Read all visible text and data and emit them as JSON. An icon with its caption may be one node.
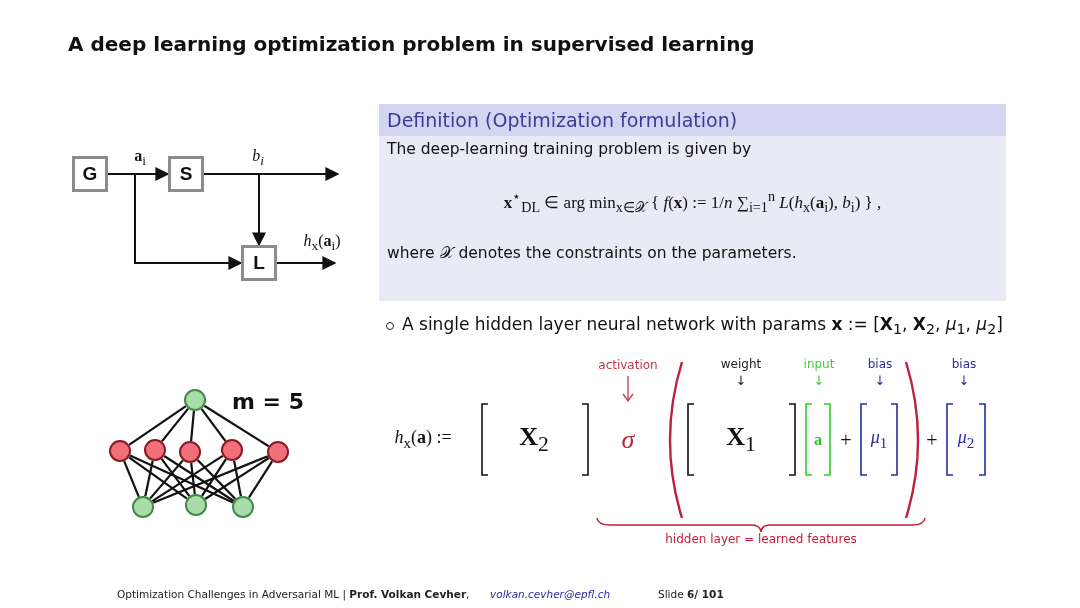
{
  "diagram": {
    "title": "A deep learning optimization problem in supervised learning",
    "nodes": [
      {
        "text": [
          "G"
        ]
      },
      {
        "text": [
          "S"
        ]
      },
      {
        "text": [
          "L"
        ]
      },
      {
        "text": [
          "Definition (Optimization formulation)",
          "The deep-learning training problem is given by",
          "**x**$^{⋆}$$_{DL}$ ∈ arg min$_{x∈𝒳}$ { *f*(**x**) := 1/*n* ∑$_{i=1}$$^{n}$ *L*(*h*$_{x}$(**a**$_{i}$), *b*$_{i}$) } ,",
          "where 𝒳 denotes the constraints on the parameters."
        ]
      },
      {
        "text": [],
        "shape": "circle"
      },
      {
        "text": [],
        "shape": "circle"
      },
      {
        "text": [],
        "shape": "circle"
      },
      {
        "text": [],
        "shape": "circle"
      },
      {
        "text": [],
        "shape": "circle"
      },
      {
        "text": [],
        "shape": "circle"
      },
      {
        "text": [],
        "shape": "circle"
      },
      {
        "text": [],
        "shape": "circle"
      },
      {
        "text": [],
        "shape": "circle"
      }
    ],
    "edges": [
      {
        "from": 0,
        "to": 1,
        "arrow": "to",
        "label": "**a**$_{i}$"
      },
      {
        "from": 1,
        "to": null,
        "arrow": "to",
        "label": "*b*$_{i}$"
      },
      {
        "from": 1,
        "to": 2,
        "arrow": "to"
      },
      {
        "from": 0,
        "to": 2,
        "arrow": "to"
      },
      {
        "from": 2,
        "to": null,
        "arrow": "to",
        "label": "*h*$_{x}$(**a**$_{i}$)"
      },
      {
        "from": 4,
        "to": 5,
        "arrow": "none"
      },
      {
        "from": 4,
        "to": 6,
        "arrow": "none"
      },
      {
        "from": 4,
        "to": 7,
        "arrow": "none"
      },
      {
        "from": 4,
        "to": 8,
        "arrow": "none"
      },
      {
        "from": 4,
        "to": 9,
        "arrow": "none"
      },
      {
        "from": 5,
        "to": 10,
        "arrow": "none"
      },
      {
        "from": 5,
        "to": 11,
        "arrow": "none"
      },
      {
        "from": 5,
        "to": 12,
        "arrow": "none"
      },
      {
        "from": 6,
        "to": 10,
        "arrow": "none"
      },
      {
        "from": 6,
        "to": 11,
        "arrow": "none"
      },
      {
        "from": 6,
        "to": 12,
        "arrow": "none"
      },
      {
        "from": 7,
        "to": 10,
        "arrow": "none"
      },
      {
        "from": 7,
        "to": 11,
        "arrow": "none"
      },
      {
        "from": 7,
        "to": 12,
        "arrow": "none"
      },
      {
        "from": 8,
        "to": 10,
        "arrow": "none"
      },
      {
        "from": 8,
        "to": 11,
        "arrow": "none"
      },
      {
        "from": 8,
        "to": 12,
        "arrow": "none"
      },
      {
        "from": 9,
        "to": 10,
        "arrow": "none"
      },
      {
        "from": 9,
        "to": 11,
        "arrow": "none"
      },
      {
        "from": 9,
        "to": 12,
        "arrow": "none"
      }
    ],
    "labels": [
      "A single hidden layer neural network with params **x** := [**X**$_{1}$, **X**$_{2}$, *μ*$_{1}$, *μ*$_{2}$]",
      "m = 5",
      "activation",
      "weight",
      "↓",
      "input",
      "↓",
      "bias",
      "↓",
      "bias",
      "↓",
      "*h*$_{x}$(**a**) :=",
      "**X**$_{2}$",
      "σ",
      "**X**$_{1}$",
      "**a**",
      "+",
      "*μ*$_{1}$",
      "+",
      "*μ*$_{2}$",
      "hidden layer = learned features",
      "Optimization Challenges in Adversarial ML | **Prof. Volkan Cevher**,",
      "volkan.cevher@epfl.ch",
      "Slide **6/ 101**"
    ]
  }
}
